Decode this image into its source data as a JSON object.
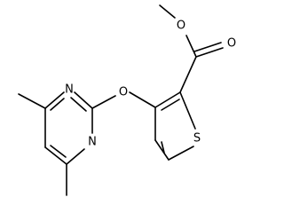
{
  "molecule": {
    "atoms": {
      "n_top": "N",
      "n_bottom": "N",
      "o_ether": "O",
      "o_carbonyl": "O",
      "o_ester": "O",
      "s_ring": "S"
    }
  }
}
